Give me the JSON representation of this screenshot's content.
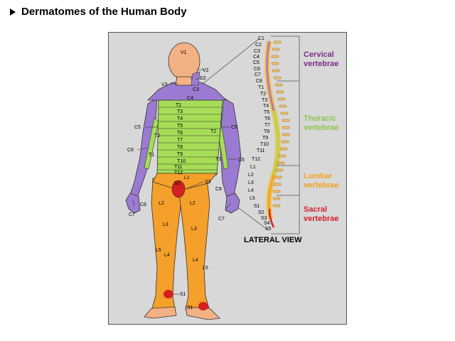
{
  "header": {
    "title": "Dermatomes of the Human Body"
  },
  "colors": {
    "panel_bg": "#d8d8d8",
    "skin": "#f4b183",
    "cervical": "#9b7bd1",
    "thoracic": "#a6dd57",
    "lumbar": "#f5a02a",
    "sacral": "#d42020",
    "cervical_text": "#7a2f86",
    "thoracic_text": "#8bc34a",
    "lumbar_text": "#f4a21d",
    "sacral_text": "#d31f2d"
  },
  "vertebrae_groups": {
    "cervical": {
      "line1": "Cervical",
      "line2": "vertebrae"
    },
    "thoracic": {
      "line1": "Thoracic",
      "line2": "vertebrae"
    },
    "lumbar": {
      "line1": "Lumbar",
      "line2": "vertebrae"
    },
    "sacral": {
      "line1": "Sacral",
      "line2": "vertebrae"
    }
  },
  "lateral_view_label": "LATERAL VIEW",
  "spine_labels": [
    "C1",
    "C2",
    "C3",
    "C4",
    "C5",
    "C6",
    "C7",
    "C8",
    "T1",
    "T2",
    "T3",
    "T4",
    "T5",
    "T6",
    "T7",
    "T8",
    "T9",
    "T10",
    "T11",
    "T12",
    "L1",
    "L2",
    "L3",
    "L4",
    "L5",
    "S1",
    "S2",
    "S3",
    "S4",
    "S5"
  ],
  "body_labels": {
    "v1": "V1",
    "v2": "V2",
    "v3": "V3",
    "c2": "C2",
    "c3": "C3",
    "c4": "C4",
    "c5_left": "C5",
    "c5_right": "C5",
    "c6_left": "C6",
    "c6_right": "C6",
    "c7_left": "C7",
    "c7_right": "C7",
    "c8_left": "C8",
    "c8_right": "C8",
    "t1_left": "T1",
    "t1_right": "T1",
    "t2_left": "T2",
    "t2_right": "T2",
    "trunk": [
      "T2",
      "T3",
      "T4",
      "T5",
      "T6",
      "T7",
      "T8",
      "T9",
      "T10",
      "T11",
      "T12"
    ],
    "l1": "L1",
    "s2": "S2",
    "s3": "S3",
    "l2_left": "L2",
    "l2_right": "L2",
    "l3_left": "L3",
    "l3_right": "L3",
    "l4_left": "L4",
    "l4_right": "L4",
    "l5_left": "L5",
    "l5_right": "L5",
    "s1_upper": "S1",
    "s1_lower": "S1"
  }
}
